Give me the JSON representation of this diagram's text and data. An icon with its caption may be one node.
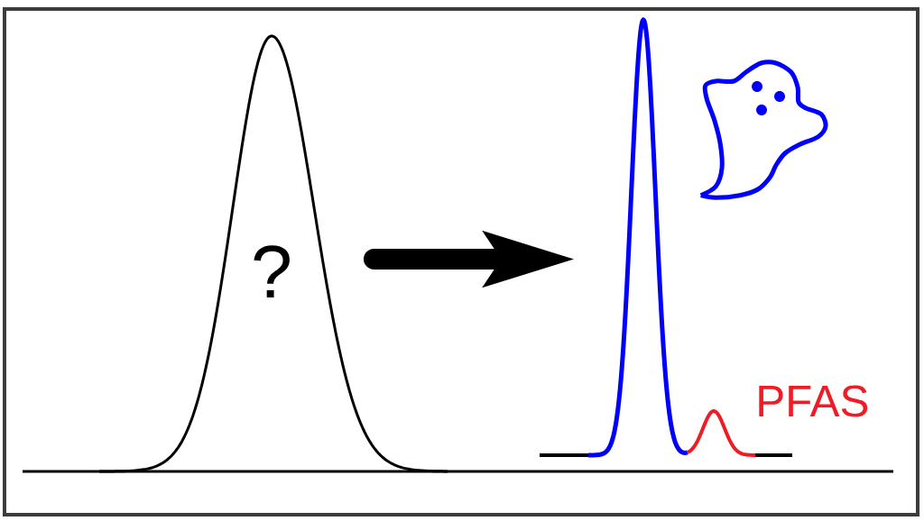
{
  "diagram": {
    "nodes": [
      {
        "text": [
          "?"
        ]
      },
      {
        "text": [],
        "shape": "picture"
      }
    ],
    "edges": [
      {
        "from": 0,
        "to": 1,
        "arrow": "to"
      }
    ],
    "labels": [
      "PFAS"
    ]
  }
}
